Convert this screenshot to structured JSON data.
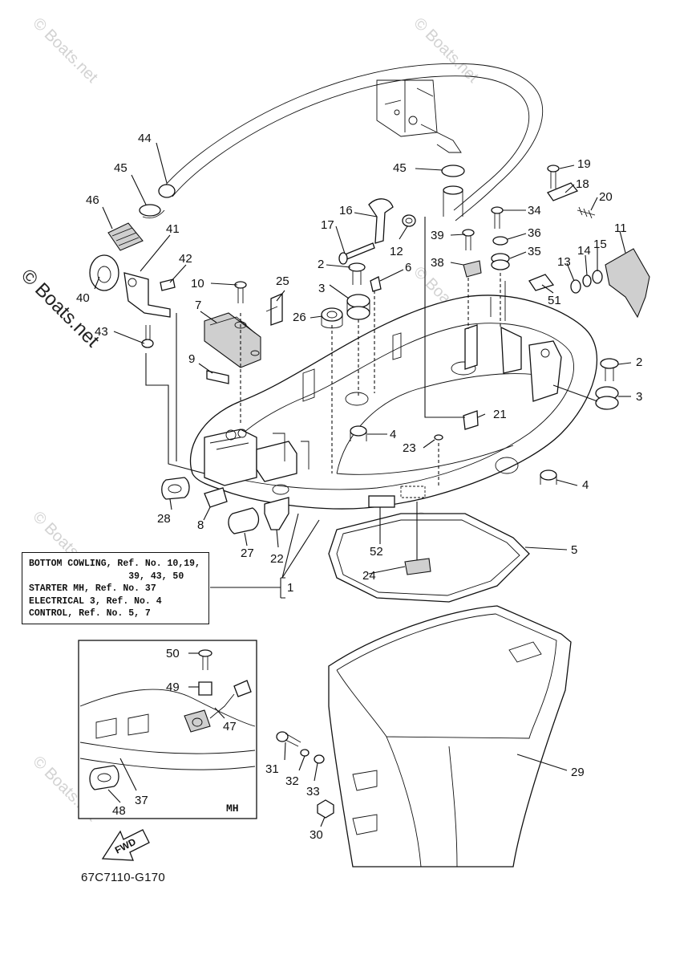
{
  "diagram": {
    "callouts": [
      "44",
      "45",
      "46",
      "40",
      "41",
      "42",
      "43",
      "10",
      "7",
      "9",
      "25",
      "26",
      "3",
      "2",
      "17",
      "16",
      "12",
      "6",
      "45",
      "39",
      "38",
      "34",
      "36",
      "35",
      "19",
      "18",
      "20",
      "13",
      "14",
      "15",
      "11",
      "51",
      "2",
      "3",
      "21",
      "4",
      "23",
      "4",
      "28",
      "8",
      "27",
      "22",
      "52",
      "1",
      "5",
      "24",
      "29",
      "31",
      "32",
      "33",
      "30",
      "50",
      "49",
      "47",
      "48",
      "37"
    ]
  },
  "note": {
    "lines": [
      "BOTTOM COWLING, Ref. No. 10,19,",
      "                  39, 43, 50",
      "STARTER MH, Ref. No. 37",
      "ELECTRICAL 3, Ref. No. 4",
      "CONTROL, Ref. No. 5, 7"
    ]
  },
  "inset": {
    "label": "MH"
  },
  "fwd": {
    "label": "FWD"
  },
  "drawing_code": "67C7110-G170",
  "watermark": {
    "text": "© Boats.net"
  }
}
